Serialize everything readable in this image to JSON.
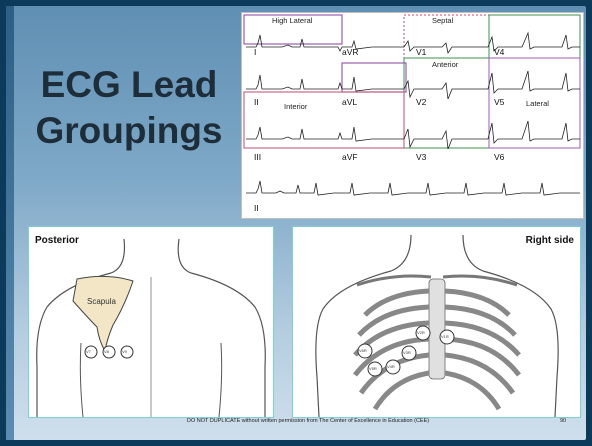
{
  "slide": {
    "title_line1": "ECG Lead",
    "title_line2": "Groupings",
    "footer": "DO NOT DUPLICATE without written permission from The Center of Excellence in Education (CEE)",
    "page_number": "90"
  },
  "ecg": {
    "regions": {
      "high_lateral": "High Lateral",
      "septal": "Septal",
      "anterior": "Anterior",
      "inferior": "Interior",
      "lateral": "Lateral"
    },
    "leads": {
      "I": "I",
      "aVR": "aVR",
      "V1": "V1",
      "V4": "V4",
      "II": "II",
      "aVL": "aVL",
      "V2": "V2",
      "V5": "V5",
      "III": "III",
      "aVF": "aVF",
      "V3": "V3",
      "V6": "V6",
      "II_rhythm": "II"
    },
    "colors": {
      "high_lateral": "#9a5fb0",
      "septal": "#c94a76",
      "anterior": "#3f8f52",
      "inferior": "#c86a86",
      "lateral": "#9a5fb0"
    }
  },
  "posterior": {
    "title": "Posterior",
    "scapula_label": "Scapula",
    "electrodes": [
      "V7",
      "V8",
      "V9"
    ]
  },
  "right_side": {
    "title": "Right side",
    "electrodes": [
      "V1R",
      "V2R",
      "V3R",
      "V4R",
      "V5R",
      "V6R"
    ]
  }
}
